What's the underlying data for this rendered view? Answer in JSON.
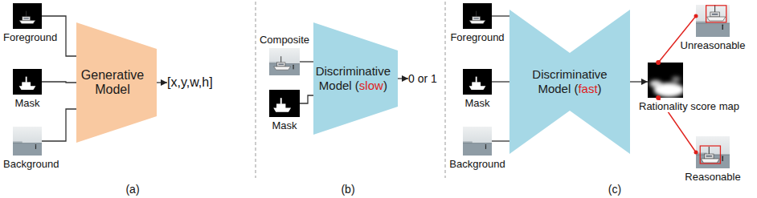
{
  "diagram": {
    "nodes": [
      {
        "text": [
          "Foreground"
        ]
      },
      {
        "text": [
          "Mask"
        ]
      },
      {
        "text": [
          "Background"
        ]
      },
      {
        "text": [
          "Generative Model"
        ]
      },
      {
        "text": [
          "[x,y,w,h]"
        ]
      },
      {
        "text": [
          "Composite"
        ]
      },
      {
        "text": [
          "Mask"
        ]
      },
      {
        "text": [
          "Discriminative Model (slow)"
        ]
      },
      {
        "text": [
          "0 or 1"
        ]
      },
      {
        "text": [
          "Foreground"
        ]
      },
      {
        "text": [
          "Mask"
        ]
      },
      {
        "text": [
          "Background"
        ]
      },
      {
        "text": [
          "Discriminative Model (fast)"
        ]
      },
      {
        "text": [
          "Rationality score map"
        ]
      },
      {
        "text": [
          "Unreasonable"
        ]
      },
      {
        "text": [
          "Reasonable"
        ]
      }
    ],
    "edges": [
      {
        "from": 0,
        "to": 3,
        "arrow": "none"
      },
      {
        "from": 1,
        "to": 3,
        "arrow": "none"
      },
      {
        "from": 2,
        "to": 3,
        "arrow": "none"
      },
      {
        "from": 3,
        "to": 4,
        "arrow": "to"
      },
      {
        "from": 5,
        "to": 7,
        "arrow": "none"
      },
      {
        "from": 6,
        "to": 7,
        "arrow": "none"
      },
      {
        "from": 7,
        "to": 8,
        "arrow": "to"
      },
      {
        "from": 9,
        "to": 12,
        "arrow": "none"
      },
      {
        "from": 10,
        "to": 12,
        "arrow": "none"
      },
      {
        "from": 11,
        "to": 12,
        "arrow": "none"
      },
      {
        "from": 12,
        "to": 13,
        "arrow": "to"
      },
      {
        "from": 13,
        "to": 14,
        "arrow": "none"
      },
      {
        "from": 13,
        "to": 15,
        "arrow": "none"
      }
    ],
    "labels": [
      "(a)",
      "(b)",
      "(c)"
    ]
  }
}
